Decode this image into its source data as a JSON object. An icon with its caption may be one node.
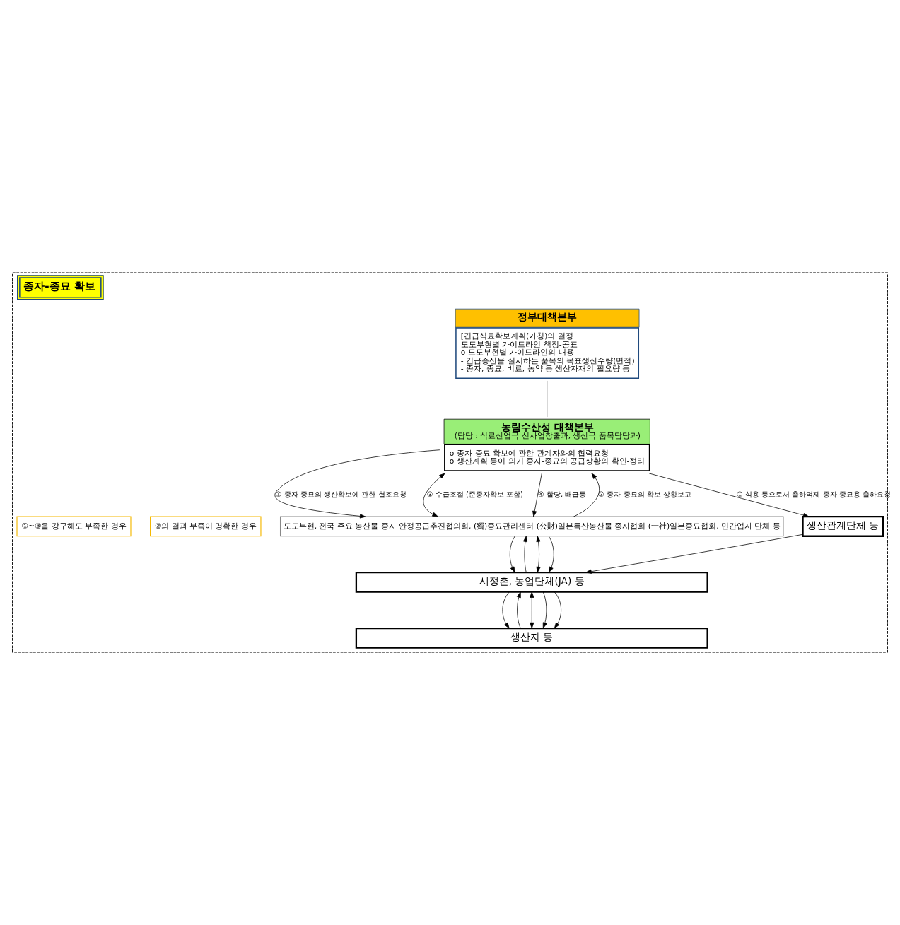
{
  "diagram": {
    "nodes": [
      {
        "text": [
          "종자-종묘 확보"
        ]
      },
      {
        "text": [
          "정부대책본부",
          "[긴급식료확보계획(가칭)의 결정",
          "도도부현별 가이드라인 책정-공표",
          "o 도도부현별 가이드라인의 내용",
          "- 긴급증산을 실시하는 품목의 목표생산수량(면적)",
          "- 종자, 종묘, 비료, 농약 등 생산자재의 필요량 등"
        ],
        "in": 0
      },
      {
        "text": [
          "농림수산성 대책본부",
          "(담당 : 식료산업국 신사업창출과, 생산국 품목담당과)",
          "o 종자-종묘 확보에 관한 관계자와의 협력요청",
          "o 생산계획 등이 의거 종자-종묘의 공급상황의 확인-정리"
        ],
        "in": 0
      },
      {
        "text": [
          "도도부현, 전국 주요 농산물 종자 안정공급추진협의회, (獨)종묘관리센터 (公財)일본특산농산물 종자협회 (一社)일본종묘협회, 민간업자 단체 등"
        ],
        "in": 0
      },
      {
        "text": [
          "생산관계단체 등"
        ],
        "in": 0
      },
      {
        "text": [
          "시정촌, 농업단체(JA) 등"
        ],
        "in": 0
      },
      {
        "text": [
          "생산자 등"
        ],
        "in": 0
      },
      {
        "text": [
          "②의 결과 부족이 명확한 경우"
        ],
        "in": 0
      },
      {
        "text": [
          "①~③을 강구해도 부족한 경우"
        ],
        "in": 0
      }
    ],
    "edges": [
      {
        "from": 1,
        "to": 2,
        "arrow": "none"
      },
      {
        "from": 2,
        "to": 3,
        "arrow": "to",
        "label": "① 종자-종묘의 생산확보에 관한 협조요청"
      },
      {
        "from": 3,
        "to": 2,
        "arrow": "to",
        "label": "② 종자-종묘의 확보 상황보고"
      },
      {
        "from": 2,
        "to": 3,
        "arrow": "both",
        "label": "③ 수급조절 (준종자확보 포함)"
      },
      {
        "from": 2,
        "to": 3,
        "arrow": "to",
        "label": "④ 할당, 배급등"
      },
      {
        "from": 2,
        "to": 4,
        "arrow": "to",
        "label": "① 식용 등으로서 출하억제 종자-종묘용 출하요청"
      },
      {
        "from": 3,
        "to": 5,
        "arrow": "to"
      },
      {
        "from": 5,
        "to": 3,
        "arrow": "to"
      },
      {
        "from": 3,
        "to": 5,
        "arrow": "both"
      },
      {
        "from": 3,
        "to": 5,
        "arrow": "to"
      },
      {
        "from": 4,
        "to": 5,
        "arrow": "to"
      },
      {
        "from": 5,
        "to": 6,
        "arrow": "to"
      },
      {
        "from": 6,
        "to": 5,
        "arrow": "to"
      },
      {
        "from": 5,
        "to": 6,
        "arrow": "both"
      },
      {
        "from": 5,
        "to": 6,
        "arrow": "to"
      },
      {
        "from": 5,
        "to": 6,
        "arrow": "to"
      }
    ]
  }
}
